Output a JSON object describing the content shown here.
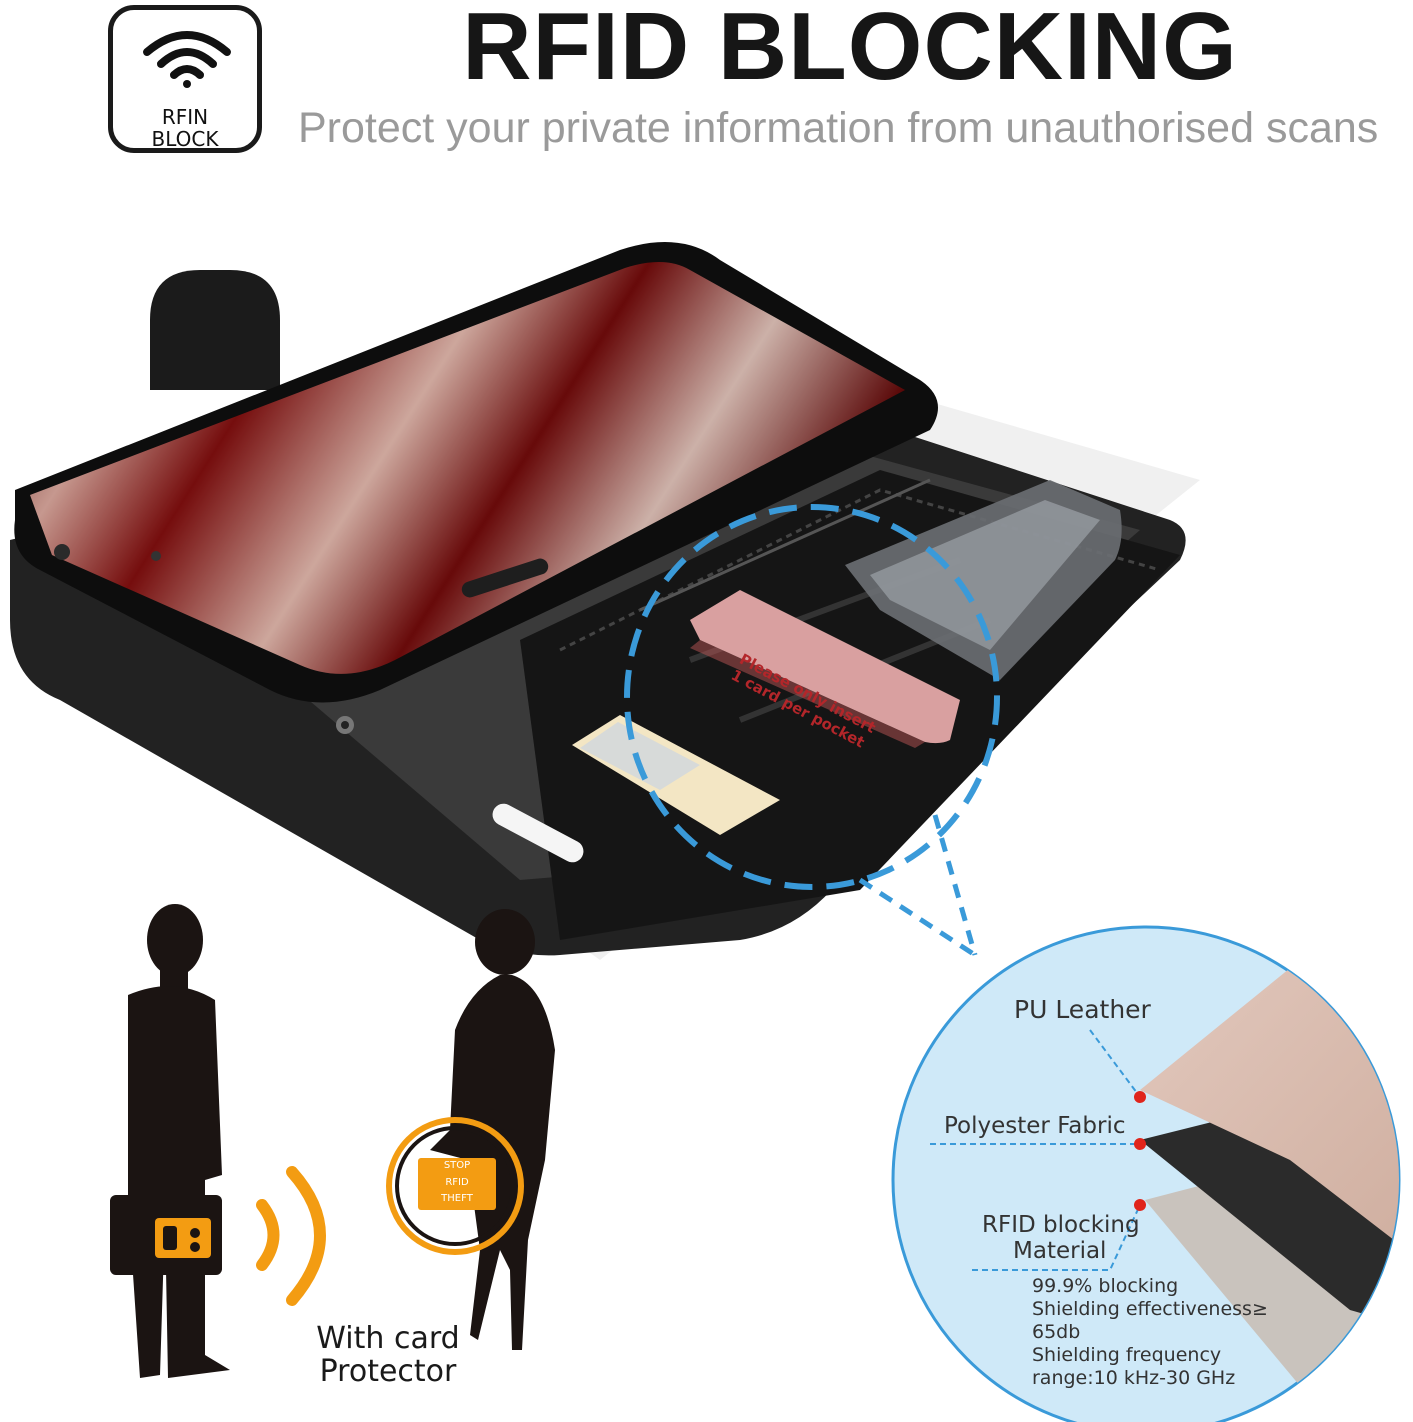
{
  "badge": {
    "line1": "RFIN",
    "line2": "BLOCK",
    "icon": "wifi-icon"
  },
  "header": {
    "title": "RFID BLOCKING",
    "subtitle": "Protect your private information from unauthorised scans"
  },
  "layers": {
    "pu": "PU Leather",
    "polyester": "Polyester Fabric",
    "rfid_line1": "RFID blocking",
    "rfid_line2": "Material"
  },
  "specs": {
    "line1": "99.9% blocking",
    "line2": "Shielding effectiveness≥",
    "line3": "65db",
    "line4": "Shielding frequency",
    "line5": "range:10 kHz-30 GHz"
  },
  "card_protector": {
    "line1": "With card",
    "line2": "Protector"
  },
  "stop_badge": {
    "line1": "STOP",
    "line2": "RFID",
    "line3": "THEFT"
  },
  "card_text": {
    "line1": "Please only insert",
    "line2": "1 card per pocket"
  },
  "colors": {
    "accent_orange": "#f39c12",
    "dash_blue": "#3a9ad9",
    "circle_fill": "#cfe9f8",
    "marker_red": "#e0241b"
  }
}
